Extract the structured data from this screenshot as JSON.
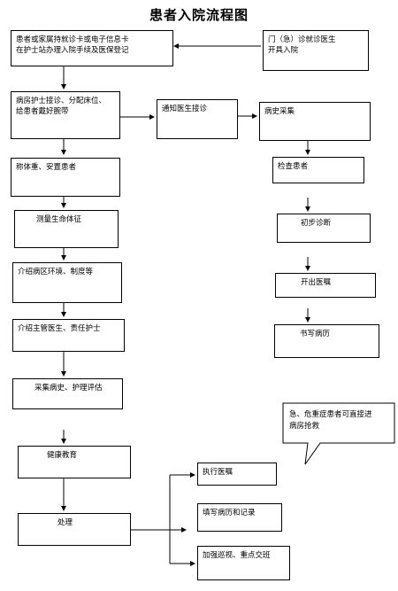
{
  "title": "患者入院流程图",
  "nodes": {
    "b1": "患者或家属持就诊卡或电子信息卡\n在护士站办理入院手续及医保登记",
    "b2": "门（急）诊就诊医生\n开具入院",
    "b3": "病房护士接诊、分配床位、\n给患者戴好腕带",
    "b4": "通知医生接诊",
    "b5": "病史采集",
    "b6": "称体重、安置患者",
    "b7": "检查患者",
    "b8": "测量生命体征",
    "b9": "初步诊断",
    "b10": "介绍病区环境、制度等",
    "b11": "开出医嘱",
    "b12": "介绍主管医生、责任护士",
    "b13": "书写病历",
    "b14": "采集病史、护理评估",
    "b15": "急、危重症患者可直接进\n病房抢救",
    "b16": "健康教育",
    "b17": "执行医嘱",
    "b18": "填写病历和记录",
    "b19": "处理",
    "b20": "加强巡视、重点交班"
  }
}
